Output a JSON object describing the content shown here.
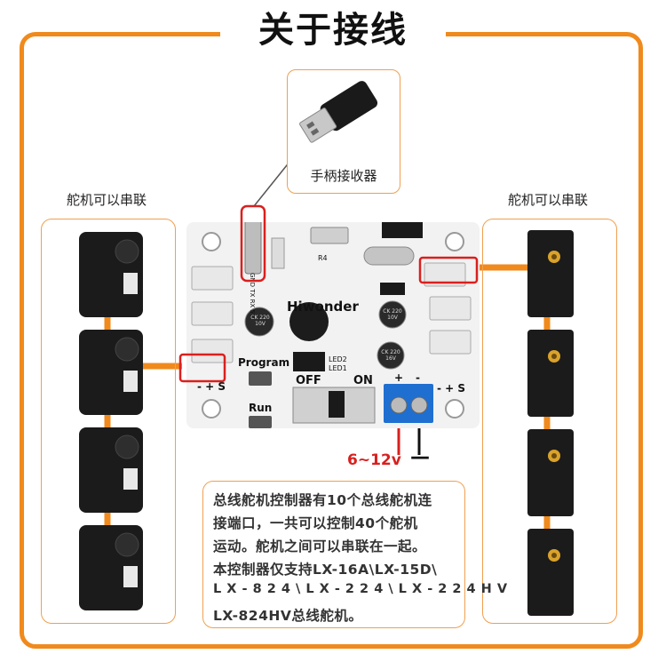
{
  "title": "关于接线",
  "receiver_label": "手柄接收器",
  "left_label": "舵机可以串联",
  "right_label": "舵机可以串联",
  "board": {
    "brand": "Hiwonder",
    "program_label": "Program",
    "run_label": "Run",
    "off_label": "OFF",
    "on_label": "ON",
    "led1": "LED1",
    "led2": "LED2",
    "r4": "R4",
    "header_label": "GND TX RX 5V",
    "cap_text": "CK 220 10V",
    "cap_text_b": "CK 220 16V",
    "pin_left": "- + S",
    "pin_right": "- + S",
    "plus_sign": "+",
    "minus_sign": "-"
  },
  "voltage_label": "6~12v",
  "minus_label": "—",
  "note_lines": [
    "总线舵机控制器有10个总线舵机连",
    "接端口，一共可以控制40个舵机",
    "运动。舵机之间可以串联在一起。",
    "本控制器仅支持LX-16A\\LX-15D\\",
    "L X - 8 2 4 \\ L X - 2 2 4 \\ L X - 2 2 4 H V",
    "LX-824HV总线舵机。"
  ],
  "colors": {
    "orange": "#f08a1c",
    "red_marker": "#d9201e",
    "terminal_blue": "#1f6fd1"
  }
}
